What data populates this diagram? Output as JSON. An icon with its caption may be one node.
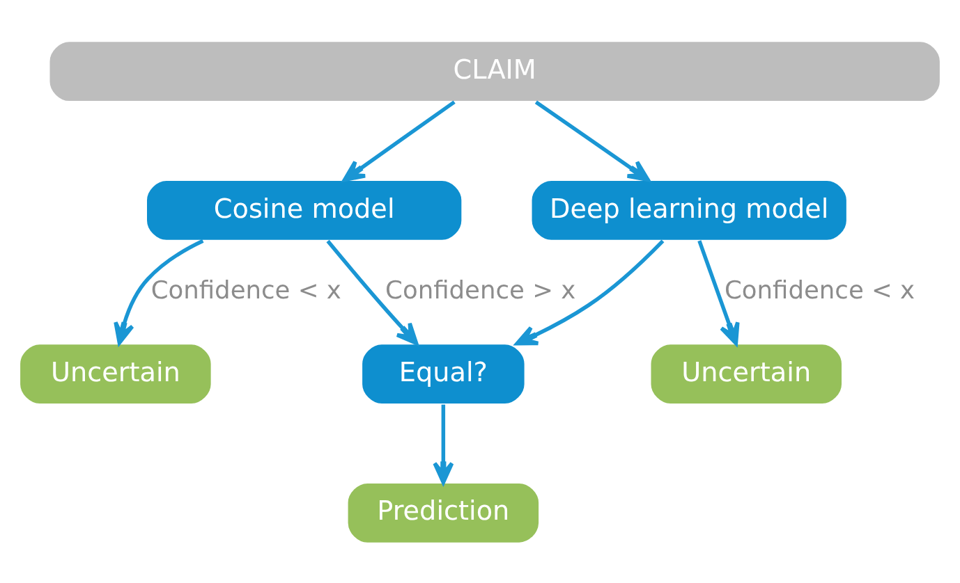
{
  "diagram": {
    "nodes": [
      {
        "text": [
          "CLAIM"
        ]
      },
      {
        "text": [
          "Cosine model"
        ]
      },
      {
        "text": [
          "Deep learning model"
        ]
      },
      {
        "text": [
          "Uncertain"
        ]
      },
      {
        "text": [
          "Uncertain"
        ]
      },
      {
        "text": [
          "Equal?"
        ]
      },
      {
        "text": [
          "Prediction"
        ]
      }
    ],
    "edges": [
      {
        "from": 0,
        "to": 1,
        "arrow": "to"
      },
      {
        "from": 0,
        "to": 2,
        "arrow": "to"
      },
      {
        "from": 1,
        "to": 3,
        "arrow": "to",
        "label": "Confidence < x"
      },
      {
        "from": 1,
        "to": 5,
        "arrow": "to",
        "label": "Confidence > x"
      },
      {
        "from": 2,
        "to": 5,
        "arrow": "to"
      },
      {
        "from": 2,
        "to": 4,
        "arrow": "to",
        "label": "Confidence < x"
      },
      {
        "from": 5,
        "to": 6,
        "arrow": "to"
      }
    ]
  }
}
